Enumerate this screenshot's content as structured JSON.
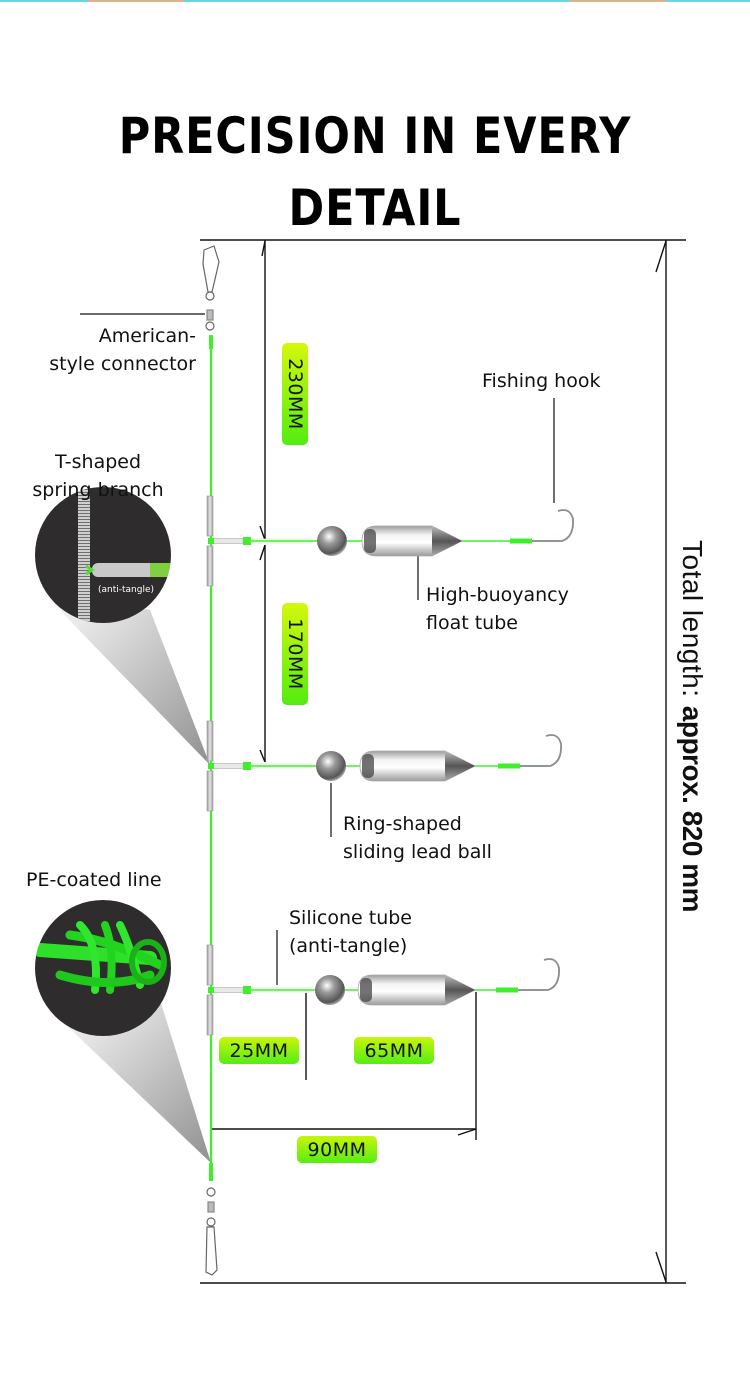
{
  "title": "PRECISION IN EVERY DETAIL",
  "colors": {
    "line_green": "#3ef02a",
    "badge_top": "#d4f80c",
    "badge_bottom": "#52ec12",
    "callout_circle": "#2f2c2e",
    "top_strip": "#6dd5df"
  },
  "callouts": {
    "connector_line1": "American-",
    "connector_line2": "style connector",
    "spring_line1": "T-shaped",
    "spring_line2": "spring branch",
    "spring_inset_note": "(anti-tangle)",
    "pe_line": "PE-coated line",
    "hook": "Fishing hook",
    "float_line1": "High-buoyancy",
    "float_line2": "float tube",
    "lead_line1": "Ring-shaped",
    "lead_line2": "sliding lead ball",
    "silicone_line1": "Silicone tube",
    "silicone_line2": "(anti-tangle)"
  },
  "dimensions": {
    "top_gap": "230MM",
    "middle_gap": "170MM",
    "silicone_length": "25MM",
    "float_length": "65MM",
    "branch_length": "90MM"
  },
  "total_length": {
    "prefix": "Total length:",
    "value": "approx. 820 mm"
  },
  "icons": [
    "snap-swivel-icon",
    "fishing-hook-icon",
    "lead-ball-icon",
    "float-tube-icon",
    "t-spring-branch-icon",
    "pe-line-braid-icon"
  ]
}
